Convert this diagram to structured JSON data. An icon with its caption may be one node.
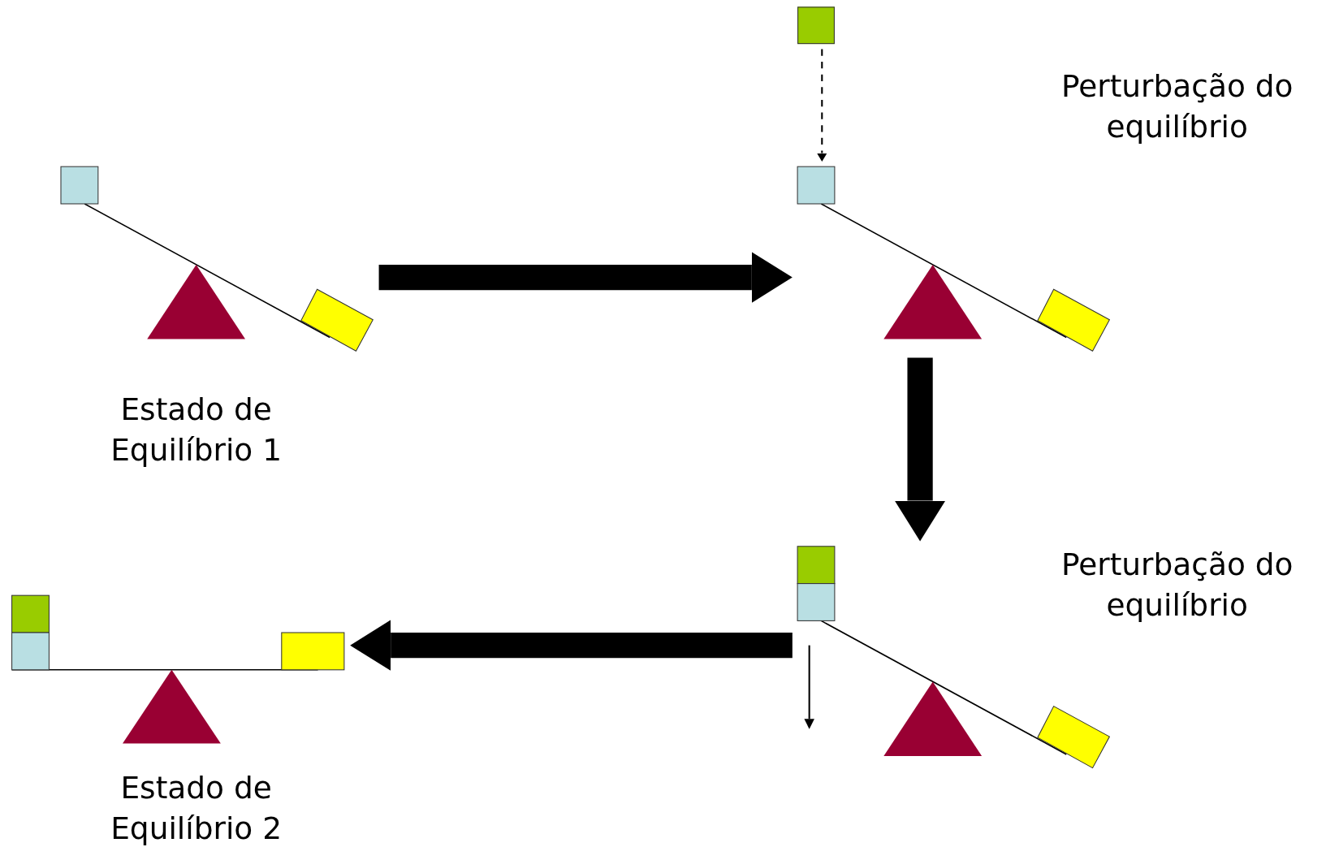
{
  "diagram": {
    "nodes": [
      {
        "text": [],
        "shape": "picture",
        "beside": [
          "Estado de Equilíbrio 1"
        ]
      },
      {
        "text": [],
        "shape": "box"
      },
      {
        "text": [],
        "shape": "picture",
        "beside": [
          "Perturbação do equilíbrio"
        ]
      },
      {
        "text": [],
        "shape": "picture",
        "beside": [
          "Perturbação do equilíbrio"
        ]
      },
      {
        "text": [],
        "shape": "picture",
        "beside": [
          "Estado de Equilíbrio 2"
        ]
      }
    ],
    "edges": [
      {
        "from": 0,
        "to": 2,
        "arrow": "to"
      },
      {
        "from": 1,
        "to": 2,
        "arrow": "to",
        "style": "dashed"
      },
      {
        "from": 2,
        "to": 3,
        "arrow": "to"
      },
      {
        "from": 3,
        "to": 4,
        "arrow": "to"
      }
    ]
  }
}
